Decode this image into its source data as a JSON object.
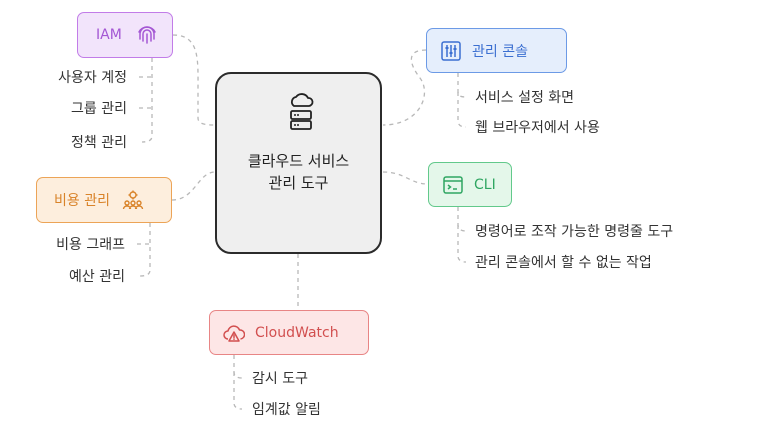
{
  "center": {
    "line1": "클라우드 서비스",
    "line2": "관리 도구"
  },
  "nodes": {
    "iam": {
      "label": "IAM",
      "icon": "fingerprint-icon"
    },
    "console": {
      "label": "관리 콘솔",
      "icon": "sliders-icon"
    },
    "cli": {
      "label": "CLI",
      "icon": "terminal-icon"
    },
    "cost": {
      "label": "비용 관리",
      "icon": "people-gear-icon"
    },
    "cloudwatch": {
      "label": "CloudWatch",
      "icon": "cloud-alert-icon"
    }
  },
  "branches": {
    "iam": [
      "사용자 계정",
      "그룹 관리",
      "정책 관리"
    ],
    "console": [
      "서비스 설정 화면",
      "웹 브라우저에서 사용"
    ],
    "cli": [
      "명령어로 조작 가능한 명령줄 도구",
      "관리 콘솔에서 할 수 없는 작업"
    ],
    "cost": [
      "비용 그래프",
      "예산 관리"
    ],
    "cloudwatch": [
      "감시 도구",
      "임계값 알림"
    ]
  },
  "colors": {
    "iam": "#a457d4",
    "console": "#3b6fd1",
    "cli": "#2fa662",
    "cost": "#d98329",
    "cloudwatch": "#d24f4f",
    "connector": "#b8b8b8"
  }
}
